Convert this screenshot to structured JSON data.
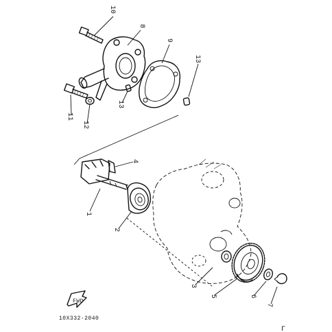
{
  "diagram": {
    "callouts": [
      "10",
      "8",
      "9",
      "13",
      "11",
      "12",
      "13",
      "4",
      "1",
      "2",
      "3",
      "5",
      "6",
      "7"
    ],
    "drawing_code": "10X332-2040",
    "fwd_label": "FWD",
    "corner_mark": "Γ"
  }
}
